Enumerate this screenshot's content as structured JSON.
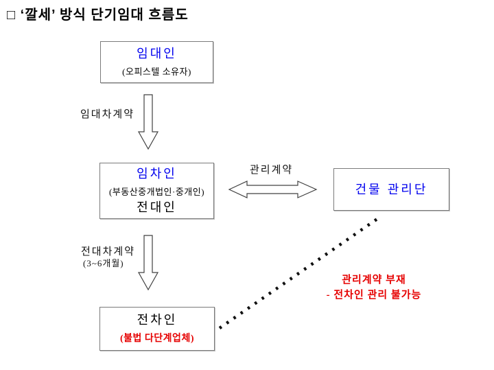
{
  "title": "□ ‘깔세’ 방식 단기임대 흐름도",
  "colors": {
    "accent_blue": "#0000ee",
    "accent_red": "#e60000",
    "box_border": "#7a7a7a",
    "arrow_outline": "#404040",
    "dotted_line": "#111111"
  },
  "boxes": {
    "landlord": {
      "name": "임대인",
      "sub": "(오피스텔 소유자)"
    },
    "tenant": {
      "name": "임차인",
      "sub": "(부동산중개법인·중개인)",
      "role": "전대인"
    },
    "building_mgmt": {
      "name": "건물 관리단"
    },
    "subtenant": {
      "name": "전차인",
      "sub": "(불법 다단계업체)"
    }
  },
  "labels": {
    "lease_contract": "임대차계약",
    "management_contract": "관리계약",
    "sublease_contract": "전대차계약",
    "sublease_period": "(3~6개월)"
  },
  "annotation": {
    "line1": "관리계약 부재",
    "line2": "-  전차인 관리 불가능"
  }
}
